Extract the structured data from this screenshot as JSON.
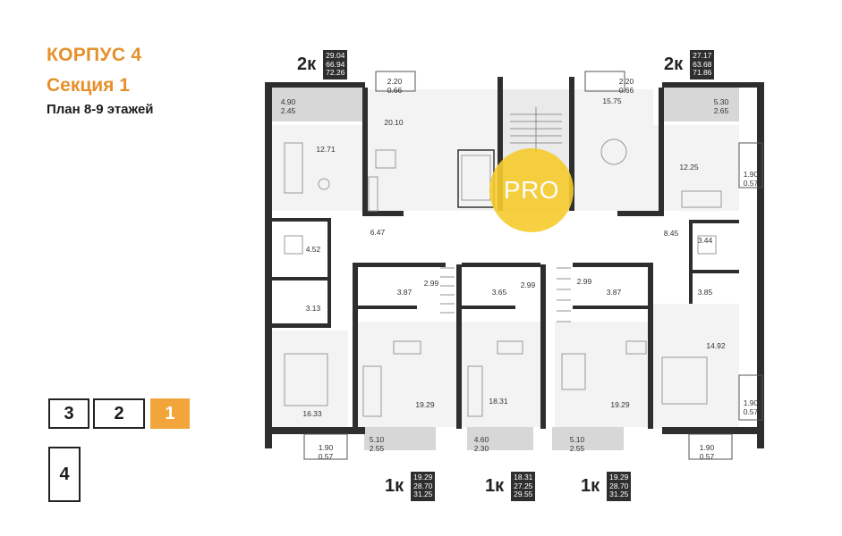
{
  "header": {
    "building": "КОРПУС 4",
    "section": "Секция 1",
    "floors": "План 8-9 этажей"
  },
  "badge": {
    "text": "PRO"
  },
  "apartments": [
    {
      "id": "top-left",
      "type": "2к",
      "stats": [
        "29.04",
        "66.94",
        "72.26"
      ]
    },
    {
      "id": "top-right",
      "type": "2к",
      "stats": [
        "27.17",
        "63.68",
        "71.86"
      ]
    },
    {
      "id": "bottom-left",
      "type": "1к",
      "stats": [
        "19.29",
        "28.70",
        "31.25"
      ]
    },
    {
      "id": "bottom-mid",
      "type": "1к",
      "stats": [
        "18.31",
        "27.25",
        "29.55"
      ]
    },
    {
      "id": "bottom-right",
      "type": "1к",
      "stats": [
        "19.29",
        "28.70",
        "31.25"
      ]
    }
  ],
  "sections": [
    {
      "label": "3",
      "active": false
    },
    {
      "label": "2",
      "active": false
    },
    {
      "label": "1",
      "active": true
    },
    {
      "label": "4",
      "active": false
    }
  ],
  "room_areas": {
    "a1": [
      "4.90",
      "2.45"
    ],
    "a2": [
      "2.20",
      "0.66"
    ],
    "a3": "20.10",
    "a4": "12.71",
    "a5": "6.47",
    "a6": "4.52",
    "a7": "3.13",
    "a8": "16.33",
    "a9": [
      "1.90",
      "0.57"
    ],
    "a10": [
      "2.20",
      "0.66"
    ],
    "a11": "15.75",
    "a12": [
      "5.30",
      "2.65"
    ],
    "a13": "12.25",
    "a14": [
      "1.90",
      "0.57"
    ],
    "a15": "8.45",
    "a16": "3.44",
    "a17": "3.85",
    "a18": "14.92",
    "a19": [
      "1.90",
      "0.57"
    ],
    "a20": [
      "1.90",
      "0.57"
    ],
    "a21": "2.99",
    "a22": "3.87",
    "a23": "2.99",
    "a24": "3.65",
    "a25": "2.99",
    "a26": "3.87",
    "a27": "19.29",
    "a28": "18.31",
    "a29": "19.29",
    "a30": [
      "5.10",
      "2.55"
    ],
    "a31": [
      "4.60",
      "2.30"
    ],
    "a32": [
      "5.10",
      "2.55"
    ]
  },
  "colors": {
    "accent": "#f2a53b",
    "wall": "#2e2e2e",
    "badge": "#f7cc2d"
  }
}
